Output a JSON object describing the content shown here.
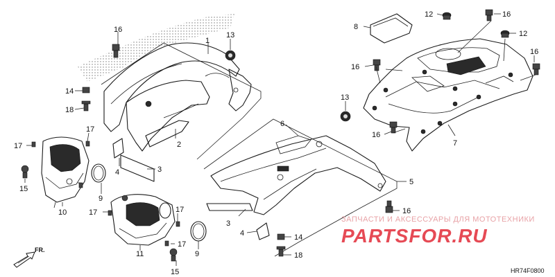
{
  "diagram": {
    "code": "HR74F0800",
    "direction": "FR.",
    "watermark_line1": "ЗАПЧАСТИ И АКСЕССУАРЫ ДЛЯ МОТОТЕХНИКИ",
    "watermark_line2": "PARTSFOR.RU",
    "callouts": [
      {
        "id": "c1",
        "text": "1"
      },
      {
        "id": "c2",
        "text": "2"
      },
      {
        "id": "c3a",
        "text": "3"
      },
      {
        "id": "c3b",
        "text": "3"
      },
      {
        "id": "c4a",
        "text": "4"
      },
      {
        "id": "c4b",
        "text": "4"
      },
      {
        "id": "c5",
        "text": "5"
      },
      {
        "id": "c6",
        "text": "6"
      },
      {
        "id": "c7",
        "text": "7"
      },
      {
        "id": "c8",
        "text": "8"
      },
      {
        "id": "c9a",
        "text": "9"
      },
      {
        "id": "c9b",
        "text": "9"
      },
      {
        "id": "c10",
        "text": "10"
      },
      {
        "id": "c11",
        "text": "11"
      },
      {
        "id": "c12a",
        "text": "12"
      },
      {
        "id": "c12b",
        "text": "12"
      },
      {
        "id": "c13a",
        "text": "13"
      },
      {
        "id": "c13b",
        "text": "13"
      },
      {
        "id": "c14a",
        "text": "14"
      },
      {
        "id": "c14b",
        "text": "14"
      },
      {
        "id": "c15a",
        "text": "15"
      },
      {
        "id": "c15b",
        "text": "15"
      },
      {
        "id": "c16a",
        "text": "16"
      },
      {
        "id": "c16b",
        "text": "16"
      },
      {
        "id": "c16c",
        "text": "16"
      },
      {
        "id": "c16d",
        "text": "16"
      },
      {
        "id": "c16e",
        "text": "16"
      },
      {
        "id": "c16f",
        "text": "16"
      },
      {
        "id": "c17a",
        "text": "17"
      },
      {
        "id": "c17b",
        "text": "17"
      },
      {
        "id": "c17c",
        "text": "17"
      },
      {
        "id": "c17d",
        "text": "17"
      },
      {
        "id": "c17e",
        "text": "17"
      },
      {
        "id": "c18a",
        "text": "18"
      },
      {
        "id": "c18b",
        "text": "18"
      }
    ]
  }
}
